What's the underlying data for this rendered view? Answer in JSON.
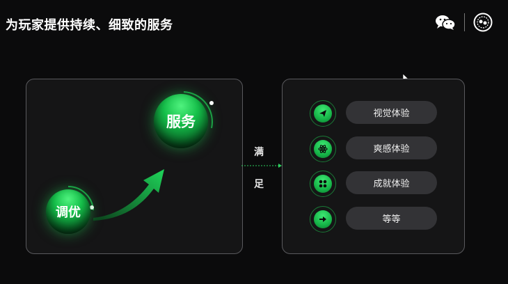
{
  "slide": {
    "title": "为玩家提供持续、细致的服务"
  },
  "left_panel": {
    "service_label": "服务",
    "tune_label": "调优"
  },
  "connector": {
    "top_char": "满",
    "bottom_char": "足"
  },
  "features": [
    {
      "label": "视觉体验",
      "icon": "send-icon"
    },
    {
      "label": "爽感体验",
      "icon": "atom-icon"
    },
    {
      "label": "成就体验",
      "icon": "grid-icon"
    },
    {
      "label": "等等",
      "icon": "arrow-right-icon"
    }
  ],
  "colors": {
    "accent": "#16b548",
    "background": "#0b0b0c",
    "panel_border": "#5a5a5e",
    "pill": "#333336"
  },
  "top_icons": [
    "wechat-icon",
    "logo-icon"
  ]
}
